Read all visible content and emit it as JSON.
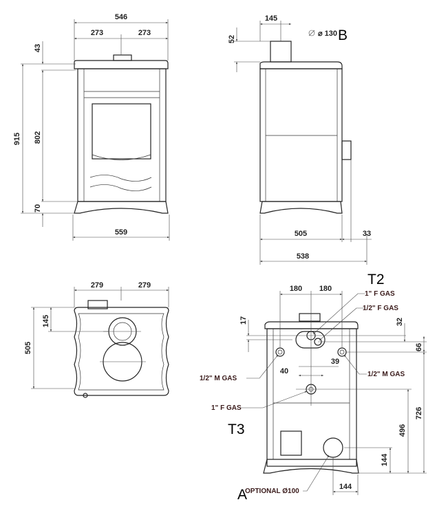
{
  "front_view": {
    "overall_width": "546",
    "half_left": "273",
    "half_right": "273",
    "top_height": "43",
    "total_height": "915",
    "body_height": "802",
    "leg_height": "70",
    "base_width": "559"
  },
  "side_view": {
    "flue_offset": "145",
    "flue_diameter": "⌀ 130",
    "flue_height": "52",
    "label": "B",
    "depth": "505",
    "handle_depth": "33",
    "total_depth": "538"
  },
  "top_view": {
    "half_left": "279",
    "half_right": "279",
    "flue_offset": "145",
    "depth": "505"
  },
  "back_view": {
    "label_t2": "T2",
    "label_t3": "T3",
    "label_a": "A",
    "left_offset": "180",
    "right_offset": "180",
    "conn_1in_f_gas_top": "1\" F GAS",
    "conn_half_f_gas": "1/2\" F GAS",
    "conn_half_m_gas_left": "1/2\" M GAS",
    "conn_half_m_gas_right": "1/2\" M GAS",
    "conn_1in_f_gas_mid": "1\" F GAS",
    "optional": "OPTIONAL Ø100",
    "dim_17": "17",
    "dim_32": "32",
    "dim_66": "66",
    "dim_40": "40",
    "dim_39": "39",
    "dim_726": "726",
    "dim_496": "496",
    "dim_144_v": "144",
    "dim_144_h": "144"
  }
}
